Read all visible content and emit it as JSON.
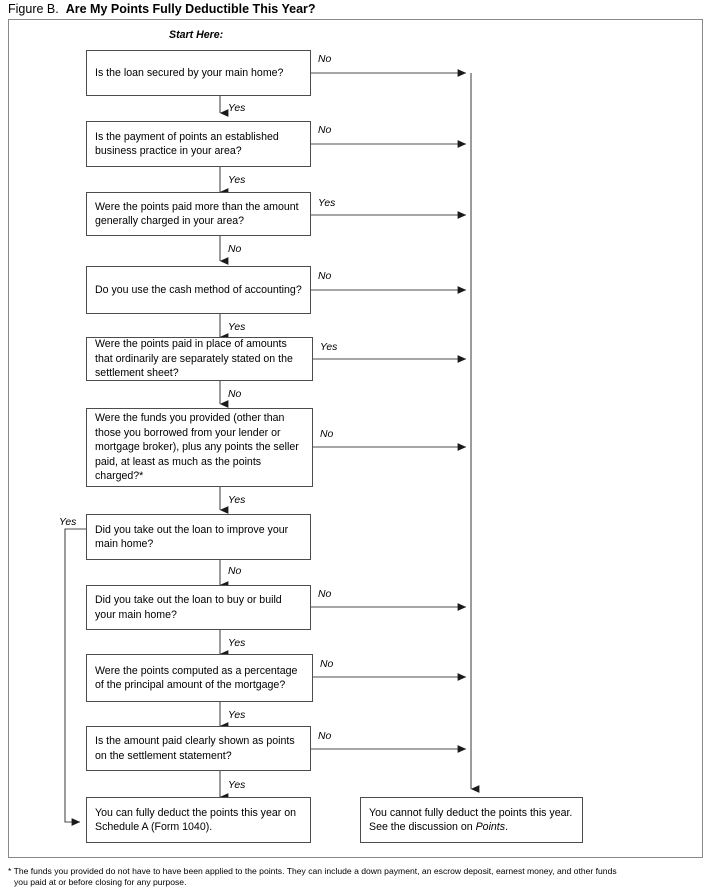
{
  "figure": {
    "label": "Figure B.",
    "title": "Are My Points Fully Deductible This Year?",
    "start_here": "Start Here:"
  },
  "colors": {
    "frame_border": "#8a8a8a",
    "box_border": "#4c4c4c",
    "line": "#4c4c4c",
    "text": "#000000",
    "background": "#ffffff"
  },
  "nodes": [
    {
      "id": "q1",
      "text": "Is the loan secured by your main home?"
    },
    {
      "id": "q2",
      "text": "Is the payment of points an established business practice in your area?"
    },
    {
      "id": "q3",
      "text": "Were the points paid more than the amount generally charged in your area?"
    },
    {
      "id": "q4",
      "text": "Do you use the cash method of accounting?"
    },
    {
      "id": "q5",
      "text": "Were the points paid in place of amounts that ordinarily are separately stated on the settlement sheet?"
    },
    {
      "id": "q6",
      "text": "Were the funds you provided (other than those you borrowed from your lender or mortgage broker), plus any points the seller paid, at least as much as the points charged?*"
    },
    {
      "id": "q7",
      "text": "Did you take out the loan to improve your main home?"
    },
    {
      "id": "q8",
      "text": "Did you take out the loan to buy or build your main home?"
    },
    {
      "id": "q9",
      "text": "Were the points computed as a percentage of the principal amount of the mortgage?"
    },
    {
      "id": "q10",
      "text": "Is the amount paid clearly shown as points on the settlement statement?"
    }
  ],
  "outcomes": {
    "deductible": "You can fully deduct the points this year on Schedule A (Form 1040).",
    "not_deductible_part1": "You cannot fully deduct the points this year. See the discussion on ",
    "not_deductible_italic": "Points",
    "not_deductible_part2": "."
  },
  "edge_labels": {
    "q1_down": "Yes",
    "q1_right": "No",
    "q2_down": "Yes",
    "q2_right": "No",
    "q3_down": "No",
    "q3_right": "Yes",
    "q4_down": "Yes",
    "q4_right": "No",
    "q5_down": "No",
    "q5_right": "Yes",
    "q6_down": "Yes",
    "q6_right": "No",
    "q7_down": "No",
    "q7_left": "Yes",
    "q8_down": "Yes",
    "q8_right": "No",
    "q9_down": "Yes",
    "q9_right": "No",
    "q10_down": "Yes",
    "q10_right": "No"
  },
  "footnote": {
    "marker": "*",
    "line1": "The funds you provided do not have to have been applied to the points. They can include a down payment, an escrow deposit, earnest money, and other funds",
    "line2": "you paid at or before closing for any purpose."
  }
}
